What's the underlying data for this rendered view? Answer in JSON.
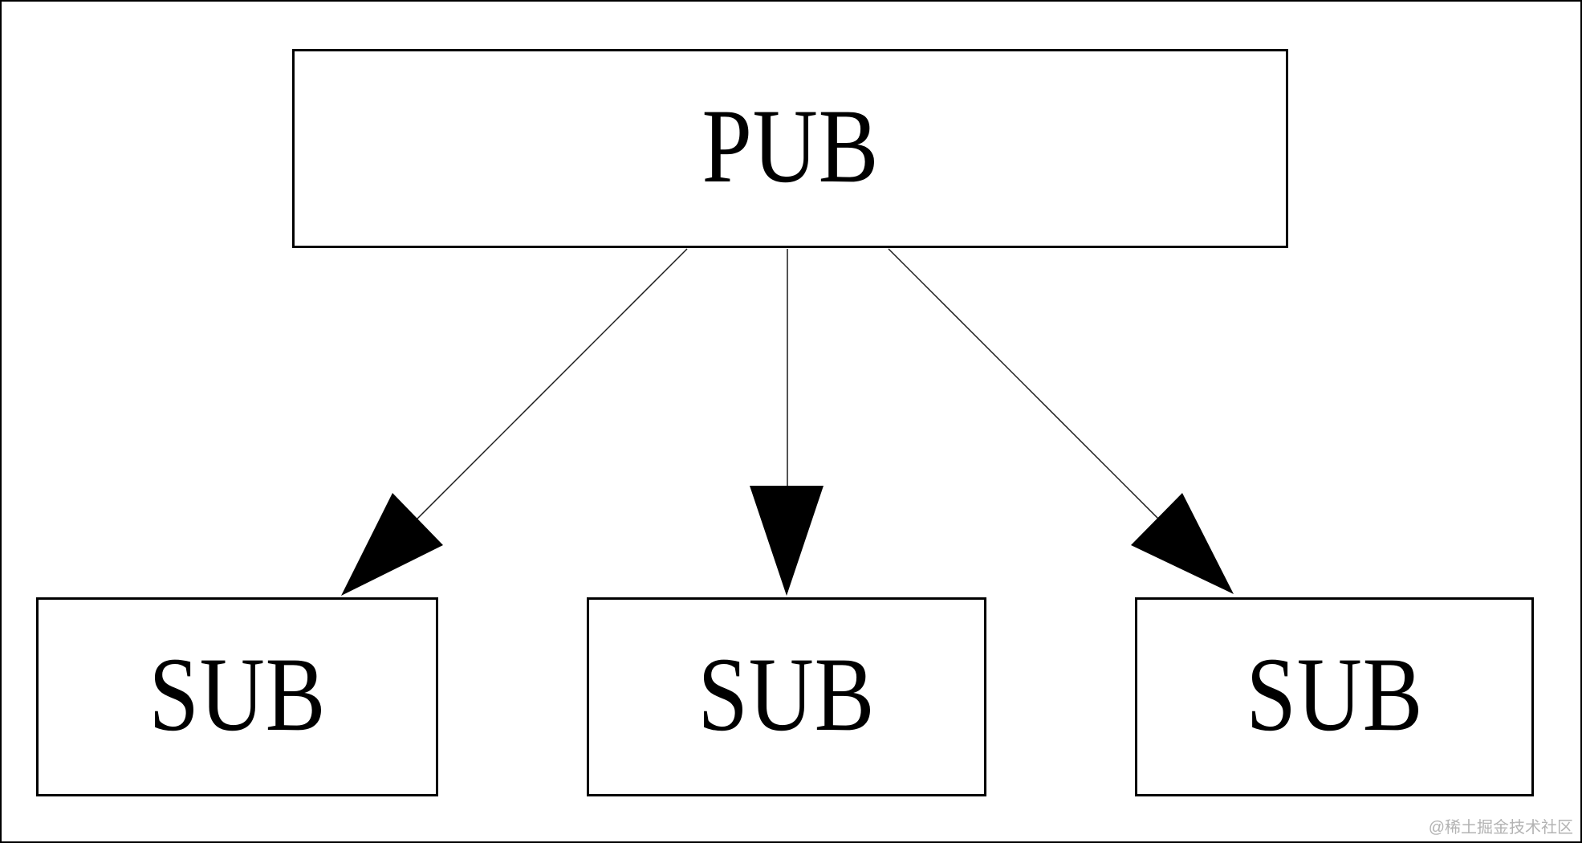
{
  "diagram": {
    "nodes": {
      "pub": {
        "label": "PUB"
      },
      "subs": [
        {
          "label": "SUB"
        },
        {
          "label": "SUB"
        },
        {
          "label": "SUB"
        }
      ]
    },
    "edges": [
      {
        "from": "PUB",
        "to": "SUB-1",
        "style": "solid-line-filled-arrowhead"
      },
      {
        "from": "PUB",
        "to": "SUB-2",
        "style": "solid-line-filled-arrowhead"
      },
      {
        "from": "PUB",
        "to": "SUB-3",
        "style": "solid-line-filled-arrowhead"
      }
    ],
    "colors": {
      "background": "#ffffff",
      "node_border": "#000000",
      "node_text": "#000000",
      "arrow": "#1c1c1c",
      "watermark": "#b3b3b3"
    }
  },
  "watermark": {
    "text": "@稀土掘金技术社区"
  }
}
